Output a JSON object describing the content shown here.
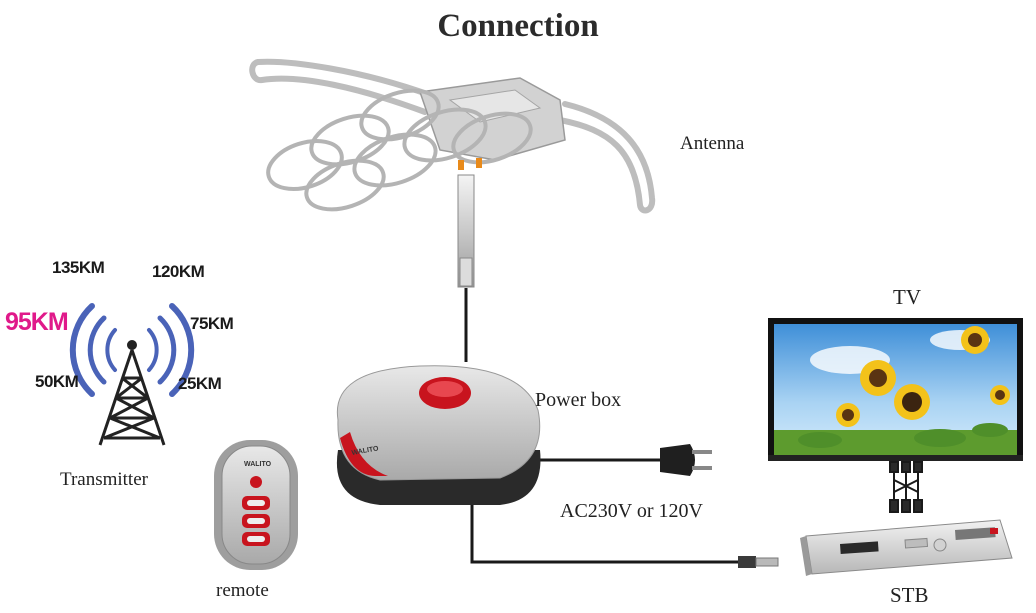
{
  "title": "Connection",
  "labels": {
    "antenna": "Antenna",
    "tv": "TV",
    "power_box": "Power box",
    "ac": "AC230V or 120V",
    "transmitter": "Transmitter",
    "remote": "remote",
    "stb": "STB"
  },
  "ranges": {
    "r135": "135KM",
    "r120": "120KM",
    "r95": "95KM",
    "r75": "75KM",
    "r50": "50KM",
    "r25": "25KM"
  },
  "brand": {
    "power_box": "WALITO",
    "remote": "WALITO"
  },
  "colors": {
    "highlight_range": "#e0198a",
    "signal_wave": "#4a63b8",
    "accent_red": "#c8141e",
    "cable": "#1a1a1a"
  }
}
